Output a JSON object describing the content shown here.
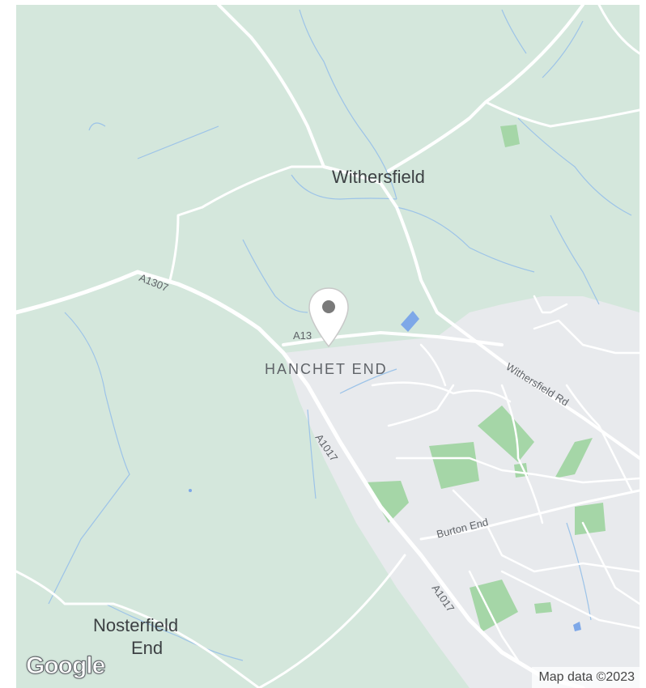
{
  "map": {
    "places": {
      "withersfield": "Withersfield",
      "hanchet_end": "HANCHET END",
      "nosterfield_1": "Nosterfield",
      "nosterfield_2": "End"
    },
    "roads": {
      "a1307": "A1307",
      "a13_partial": "A13",
      "a1017_north": "A1017",
      "a1017_south": "A1017",
      "withersfield_rd": "Withersfield Rd",
      "burton_end": "Burton End"
    },
    "attribution": "Map data ©2023",
    "logo": "Google",
    "pin_icon": "map-pin-icon",
    "colors": {
      "land": "#d4e7dc",
      "urban": "#e8eaed",
      "park": "#a5d6a7",
      "water": "#7ea8e8",
      "road": "#ffffff"
    }
  }
}
